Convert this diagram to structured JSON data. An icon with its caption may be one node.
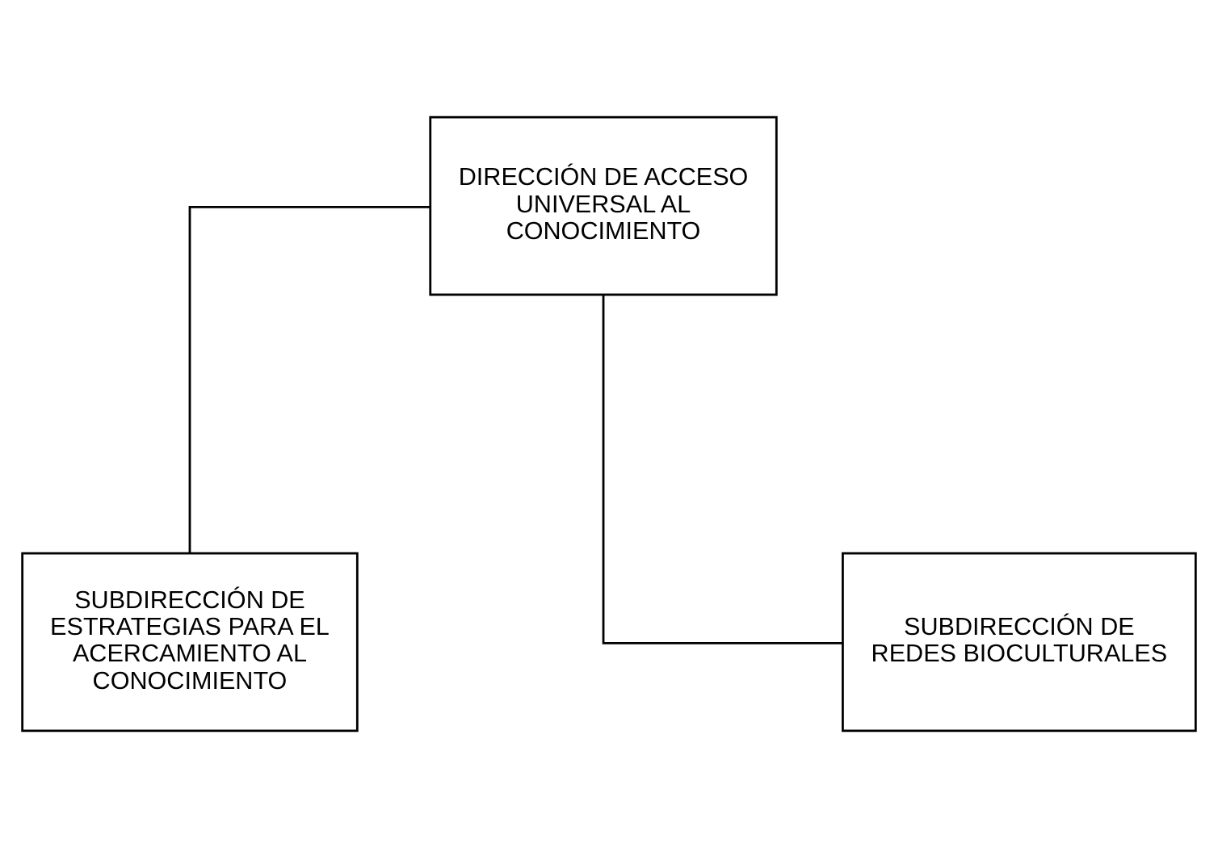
{
  "diagram": {
    "nodes": [
      {
        "text": [
          "DIRECCIÓN DE ACCESO UNIVERSAL AL CONOCIMIENTO"
        ]
      },
      {
        "text": [
          "SUBDIRECCIÓN DE ESTRATEGIAS PARA EL ACERCAMIENTO AL CONOCIMIENTO"
        ]
      },
      {
        "text": [
          "SUBDIRECCIÓN DE REDES BIOCULTURALES"
        ]
      }
    ],
    "edges": [
      {
        "from": 0,
        "to": 1,
        "arrow": "none"
      },
      {
        "from": 0,
        "to": 2,
        "arrow": "none"
      }
    ]
  }
}
